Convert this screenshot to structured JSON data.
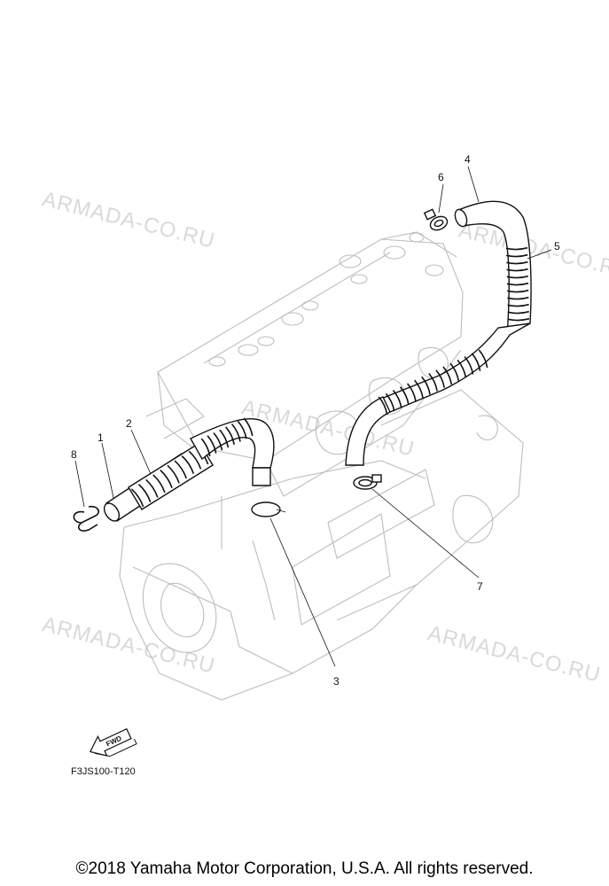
{
  "watermarks": [
    "ARMADA-CO.RU",
    "ARMADA-CO.RU",
    "ARMADA-CO.RU",
    "ARMADA-CO.RU",
    "ARMADA-CO.RU"
  ],
  "callouts": [
    "1",
    "2",
    "3",
    "4",
    "5",
    "6",
    "7",
    "8"
  ],
  "fwd_label": "FWD",
  "diagram_code": "F3JS100-T120",
  "copyright": "©2018 Yamaha Motor Corporation, U.S.A. All rights reserved."
}
